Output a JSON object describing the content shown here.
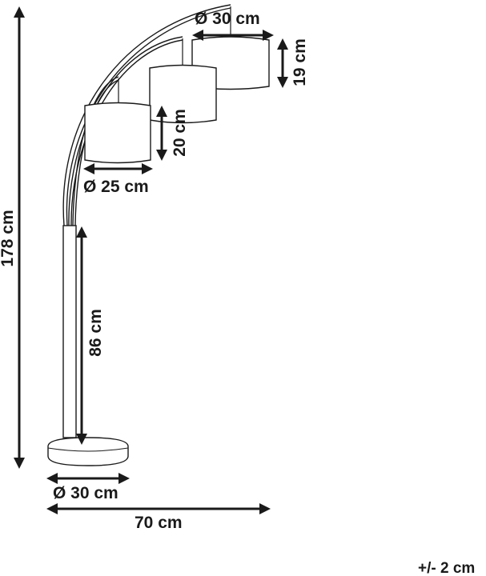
{
  "dimensions": {
    "top_shade_diameter": "Ø 30 cm",
    "top_shade_height": "19 cm",
    "middle_shade_height": "20 cm",
    "small_shade_diameter": "Ø 25 cm",
    "total_height": "178 cm",
    "pole_height": "86 cm",
    "base_diameter": "Ø 30 cm",
    "total_width": "70 cm"
  },
  "tolerance": "+/- 2 cm",
  "colors": {
    "line": "#1a1a1a",
    "background": "#ffffff"
  }
}
